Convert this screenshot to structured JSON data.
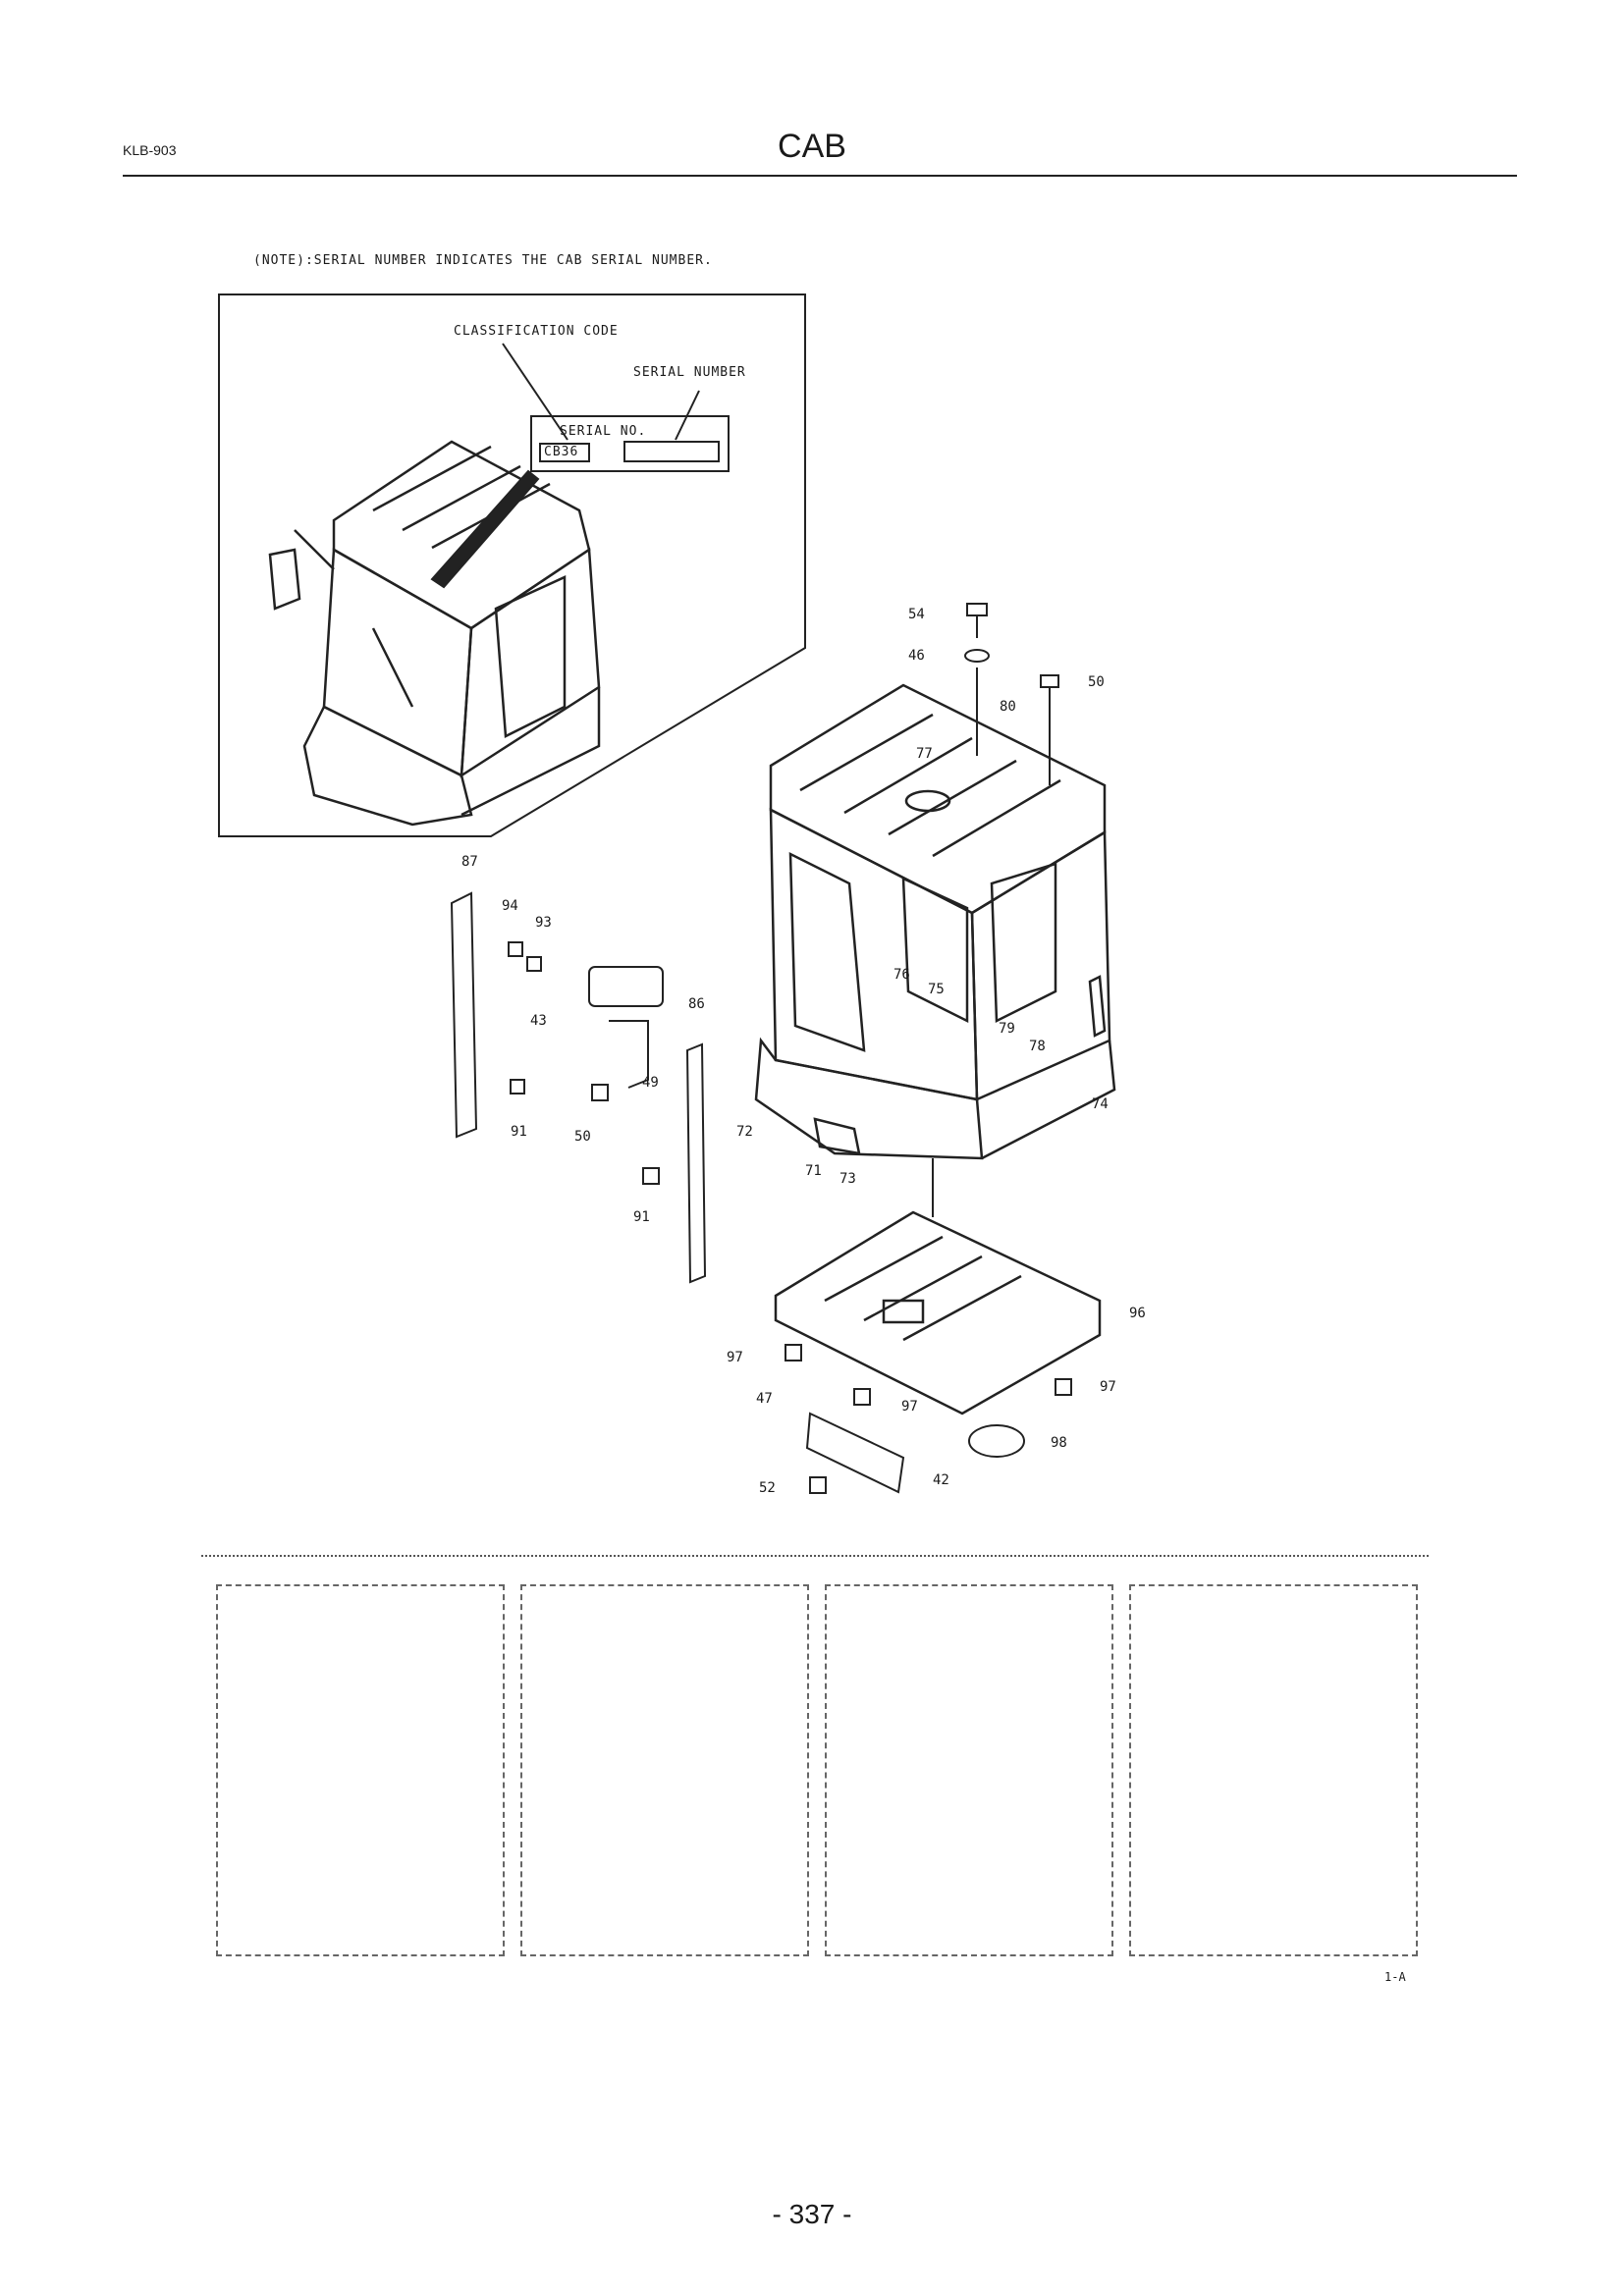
{
  "header": {
    "doc_code": "KLB-903",
    "title": "CAB"
  },
  "note": "(NOTE):SERIAL NUMBER INDICATES THE CAB SERIAL NUMBER.",
  "inset": {
    "classification_label": "CLASSIFICATION CODE",
    "serial_number_label": "SERIAL NUMBER",
    "plate_title": "SERIAL NO.",
    "plate_code": "CB36"
  },
  "callouts": [
    "54",
    "46",
    "50",
    "80",
    "77",
    "87",
    "94",
    "93",
    "43",
    "86",
    "76",
    "75",
    "49",
    "91",
    "50",
    "79",
    "78",
    "74",
    "72",
    "71",
    "73",
    "91",
    "96",
    "97",
    "47",
    "97",
    "97",
    "98",
    "42",
    "52"
  ],
  "figure_ref": "1-A",
  "page_number": "- 337 -",
  "colors": {
    "line": "#222222",
    "paper": "#ffffff"
  }
}
